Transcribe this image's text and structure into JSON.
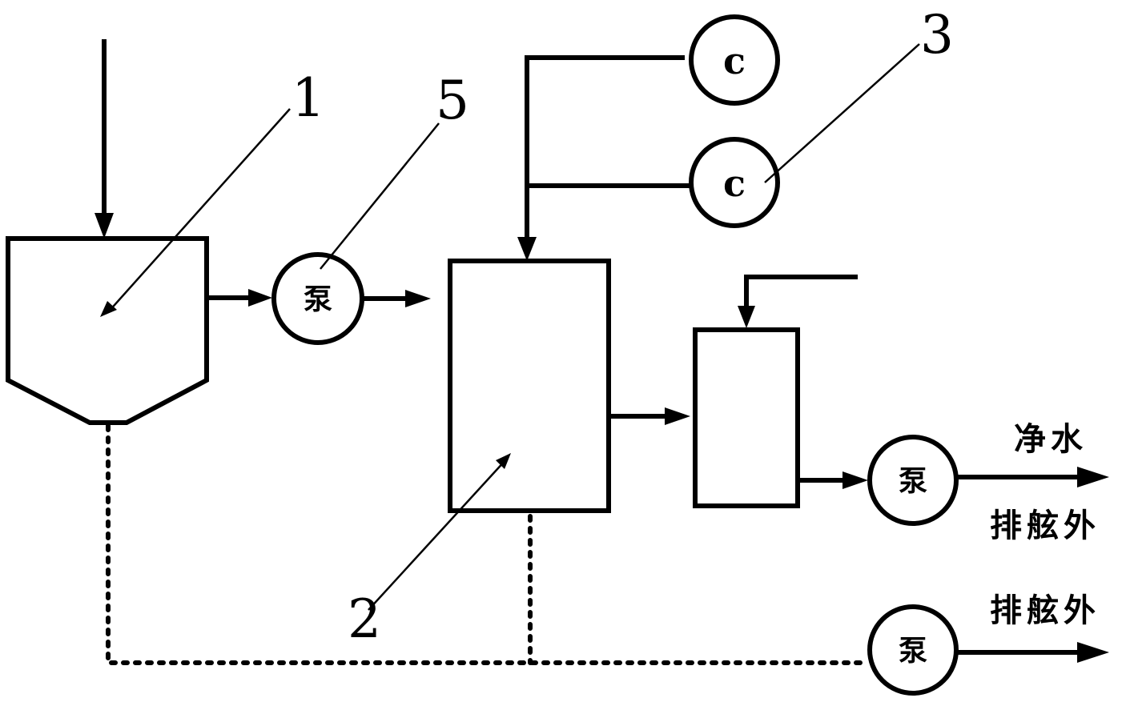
{
  "labels": {
    "n1": "1",
    "n2": "2",
    "n3": "3",
    "n5": "5"
  },
  "components": {
    "compressor_top": "c",
    "compressor_mid": "c",
    "pump_feed": "泵",
    "pump_clean": "泵",
    "pump_discharge": "泵"
  },
  "outputs": {
    "clean_water": "净水",
    "overboard_1": "排舷外",
    "overboard_2": "排舷外"
  }
}
